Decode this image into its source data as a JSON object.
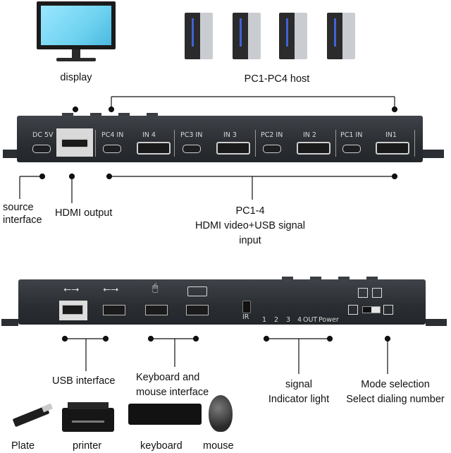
{
  "top": {
    "display_label": "display",
    "hosts_label": "PC1-PC4 host",
    "source_label": "source\ninterface",
    "hdmi_output_label": "HDMI output",
    "pc_input_label": "PC1-4\nHDMI video+USB signal\ninput",
    "panel": {
      "dc_label": "DC 5V",
      "groups": [
        {
          "pc": "PC4 IN",
          "in": "IN 4"
        },
        {
          "pc": "PC3 IN",
          "in": "IN 3"
        },
        {
          "pc": "PC2 IN",
          "in": "IN 2"
        },
        {
          "pc": "PC1 IN",
          "in": "IN1"
        }
      ]
    }
  },
  "bottom": {
    "usb_label": "USB interface",
    "kbm_label": "Keyboard and\nmouse interface",
    "signal_label": "signal\nIndicator light",
    "mode_label": "Mode selection\nSelect dialing number",
    "panel": {
      "ir": "IR",
      "leds": [
        "1",
        "2",
        "3",
        "4"
      ],
      "out": "OUT",
      "power": "Power"
    },
    "devices": [
      "Plate",
      "printer",
      "keyboard",
      "mouse"
    ]
  },
  "colors": {
    "panel": "#2e3135",
    "accent_screen": "#6fd3f0"
  }
}
